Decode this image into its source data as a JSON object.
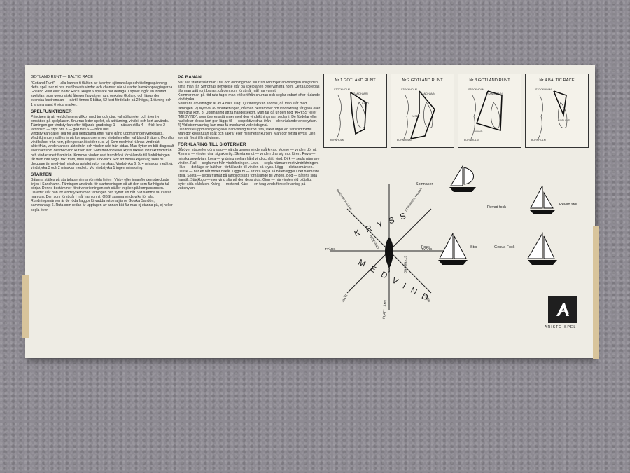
{
  "board": {
    "title_left": "GOTLAND RUNT — BALTIC RACE",
    "col1": {
      "intro": "\"Gotland Runt\" — alla kanner ti fläkten av äventyr, sjömanskap och tävlingsspänning. I detta spel roar ni oss med havets vindar och chanser när vi startar havskappseglingarna Gotland Runt eller Baltic Race. Högst 6 spelare bör deltaga. I spelet ingår en inrutad spelplan, som geografiskt återger farvattnen runt omkring Gotland och längs den svenska kustremsan — därtill finnes 6 båtar, 52 kort fördelade på 2 högar, 1 tärning och 1 snurra samt 6 röda marker.",
      "h1": "SPELFUNKTIONER",
      "p1": "Principen är att verklighetens villkor med tur och otur, valmöjligheter och äventyr omsättes på spelplanen. Snurran leder spelet, så att tärning, vindpil och kort används.",
      "p1b": "Tärningen ger vindstyrkan efter följande gradering: 1 — nästan stilla  4 — frisk bris  2 — lätt bris  5 — styv bris  3 — god bris  6 — hård bris",
      "p2": "Vindstyrkan gäller lika för alla deltagarna efter varje gång uppmaningen verkställts.",
      "p3": "Vindriktningen ställes in på kompassrosen med vindpilen efter val bland 8 lägen. (Nordlig vind blåser från norr, pilen pekar åt söder o. s. v.) Som medvind räknas vind rakt akterifrån, vinden anses akterifrån och vinden rakt från sidan. Man flytter en båt diagonalt eller rakt som det medvind kursen bär. Som motvind eller kryss räknas vid rakt framifrån och vindar snett framifrån. Kommer vinden rakt framifrån i förhållande till färdriktningen får man inte segla rakt fram, men segla i sick-sack. För att denna kryssväg skall bli dryggare än medvind minskas antalet rutor minskas. Vindstyrka 6, 5, 4 minskas med två, vindstyrka 3 och 2 minskas med ett. Vid vindstyrka 1 ingen minskning.",
      "h2": "STARTEN",
      "p4": "Båtarna ställes på startplatsen innanför röda linjen i Visby eller innanför den streckade linjen i Sandhamn. Tärningen används för startordningen så att den som får högsta tal börjar. Denne bestämmer först vindriktningen och ställer in pilen på kompassrosen. Därefter slår han för vindstyrkan med tärningen och flyttar sin båt. Vid samma tal kastar man om. Den som först går i mål har vunnit. OBS! samma vindstyrka för alla. Rundningsmärken är de röda flaggor förvadda rutorna jämte Gotska Sandön, sammanlagt 6. Ruta som redan är upptagen av annan båt får man ej stanna på, ej heller segla över."
    },
    "col2": {
      "h1": "PÅ BANAN",
      "p1": "När alla startat slår man i tur och ordning med snurran och följer anvisningen enligt den siffra man får. Siffrornas betydelse står på spelplanen ovre vänstra hörn. Detta upprepas tills man gått runt banan, då den som först når mål har vunnit.",
      "p2": "Kommer man på röd ruta tager man ett kort från snurran och seglar enbart efter rådande vindstyrka.",
      "p3": "Snurrans anvisningar är av 4 olika slag: 1) Vindstyrkan ändras, då man slår med tärningen. 2) Nytt val av vindriktningen, då man bestämmer om vindriktning får gälla eller man drar kort. 3) Uppmaning att ta händelsekort. Man tar då ur den hög \"KRYSS\" eller \"MEDVIND\", som överensstämmer med den vindriktning man seglar i. De fördelar eller nackdelar dessa kort ger, läggs till — respektive dras ifrån — den rådande vindstyrkan. 4) Vid stormvarning kan man få maxhavet vid nödsignal.",
      "p4": "Den förste uppmaningen gäller hänvisning till röd ruta, vilket utgör en särskild fördel. Man gör kryssrutan i båt och säkrar eller minimerar kursen. Man gör första kryss. Den som är först till mål vinner.",
      "h2": "FÖRKLARING TILL SIOTERMER",
      "p5": "Gå över stag eller göra slag — vända genom vinden på kryss. Moyne — vinden dör ut. Rymma — vinden drar sig aktertig. Skrota emot — vinden drar sig mot fören. Reva — minska segelytan. Lova — vridning mellan hård vind och lätt vind. Dirk — segla närmare vinden. Fall — segla mer från vindriktningen. Lova — segla närmare mot vindriktningen. Hård — det läge en båt har i förhållande till vinden på kryss. Lögg — distansmärken. Desse — när en båt driver bakåt. Ligga bi — att dra segla så båten ligger i det närmaste stilla. Skota — segla framåt på lämpligt sätt i förhållande till vinden. Bog — båtens sida framtill. Stäckbog — mer vind slår på den dess sida. Gipp — när vinden vid plötsligt byter sida på båten. Kräng — motvind. Käre — en tvag vinds förste krusning på vattenytan."
    },
    "maps": [
      {
        "title": "Nr 1  GOTLAND RUNT"
      },
      {
        "title": "Nr 2  GOTLAND RUNT"
      },
      {
        "title": "Nr 3  GOTLAND RUNT"
      },
      {
        "title": "Nr 4  BALTIC RACE"
      }
    ],
    "map_places": {
      "stockholm": "STOCKHOLM",
      "sandhamn": "SANDHAMN",
      "faro": "FÅRÖ",
      "visby": "VISBY",
      "gotland": "GOTLAND",
      "bornholm": "BORNHOLM",
      "oland": "ÖLAND"
    },
    "compass": {
      "kryss": "K R Y S S",
      "medvind": "M E D V I N D",
      "tvars_left": "TVÄRS",
      "tvars_right": "TVÄRS",
      "bidevind": "BIDEVIND",
      "sandbog": "SANDBOG",
      "styrbord": "STYRBORD",
      "plattlans": "PLATT LÄNS",
      "slor_left": "SLÖR",
      "slor_right": "SLÖR",
      "babord_hals": "BABORDS HALSAR",
      "styrbord_hals": "STYRBORDS HALSAR"
    },
    "boats": {
      "spinnaker": "Spinnaker",
      "revad_fock": "Revad fock",
      "revad_stor": "Revad stor",
      "fock": "Fock",
      "stor": "Stor",
      "genua_fock": "Genua Fock"
    },
    "logo": "ARISTO-SPEL"
  }
}
